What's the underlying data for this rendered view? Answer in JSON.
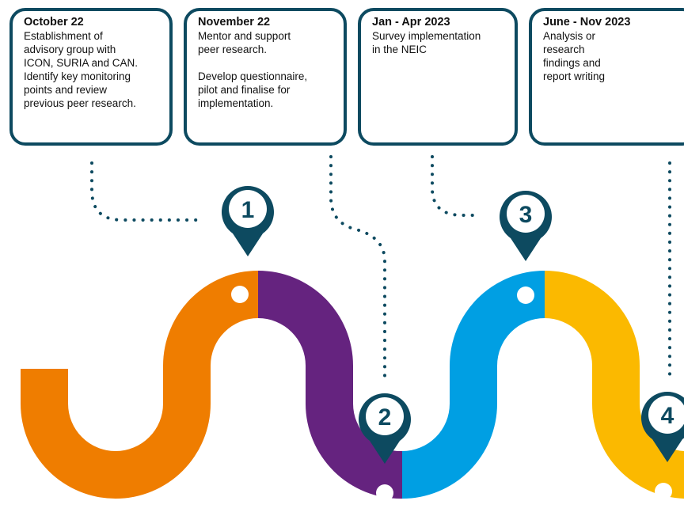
{
  "milestones": [
    {
      "period": "October 22",
      "description": "Establishment of\nadvisory group with\nICON, SURIA and CAN.\nIdentify key  monitoring\npoints and review\nprevious peer research."
    },
    {
      "period": "November 22",
      "description": "Mentor and support\npeer research.\n\nDevelop questionnaire,\npilot and finalise for\nimplementation."
    },
    {
      "period": "Jan - Apr 2023",
      "description": "Survey implementation\nin the NEIC"
    },
    {
      "period": "June - Nov 2023",
      "description": "Analysis or\nresearch\nfindings and\nreport writing"
    }
  ],
  "markers": [
    "1",
    "2",
    "3",
    "4"
  ],
  "colors": {
    "border": "#0d4a60",
    "segment1": "#ef7d00",
    "segment2": "#65237f",
    "segment3": "#009fe3",
    "segment4": "#fbb900"
  }
}
